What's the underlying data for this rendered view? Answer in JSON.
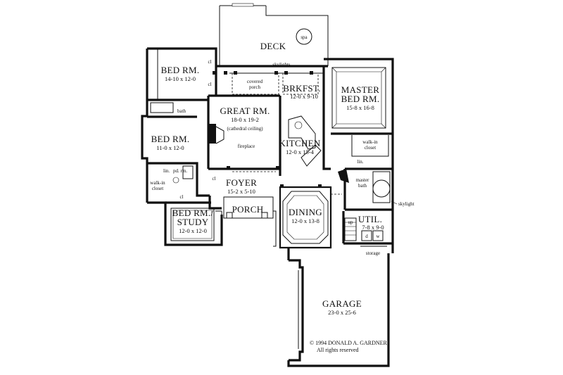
{
  "rooms": {
    "deck": {
      "name": "DECK"
    },
    "spa": {
      "label": "spa"
    },
    "bed_left_top": {
      "name": "BED RM.",
      "dims": "14-10 x 12-0"
    },
    "bed_left_mid": {
      "name": "BED RM.",
      "dims": "11-0 x 12-0"
    },
    "bed_study": {
      "name_line1": "BED RM./",
      "name_line2": "STUDY",
      "dims": "12-0 x 12-0"
    },
    "great": {
      "name": "GREAT RM.",
      "dims": "18-0 x 19-2",
      "note": "(cathedral ceiling)"
    },
    "brkfst": {
      "name": "BRKFST.",
      "dims": "12-0 x 9-10"
    },
    "kitchen": {
      "name": "KITCHEN",
      "dims": "12-0 x 15-4"
    },
    "master": {
      "name_line1": "MASTER",
      "name_line2": "BED RM.",
      "dims": "15-8 x 16-8"
    },
    "foyer": {
      "name": "FOYER",
      "dims": "15-2 x 5-10"
    },
    "porch": {
      "name": "PORCH"
    },
    "dining": {
      "name": "DINING",
      "dims": "12-0 x 13-8"
    },
    "util": {
      "name": "UTIL.",
      "dims": "7-8 x 9-0"
    },
    "garage": {
      "name": "GARAGE",
      "dims": "23-0 x 25-6"
    }
  },
  "labels": {
    "skylights": "skylights",
    "covered_porch_1": "covered",
    "covered_porch_2": "porch",
    "bath": "bath",
    "fireplace": "fireplace",
    "walkin_left_1": "walk-in",
    "walkin_left_2": "closet",
    "walkin_right_1": "walk-in",
    "walkin_right_2": "closet",
    "lin_left": "lin.",
    "pd_rm": "pd. rm.",
    "lin_right": "lin.",
    "master_bath_1": "master",
    "master_bath_2": "bath",
    "skylight": "skylight",
    "up": "up",
    "storage": "storage",
    "d": "d",
    "w": "w",
    "cl_1": "cl",
    "cl_2": "cl",
    "cl_3": "cl",
    "cl_4": "cl"
  },
  "copyright": {
    "line1": "© 1994 DONALD A. GARDNER",
    "line2": "All rights reserved"
  }
}
